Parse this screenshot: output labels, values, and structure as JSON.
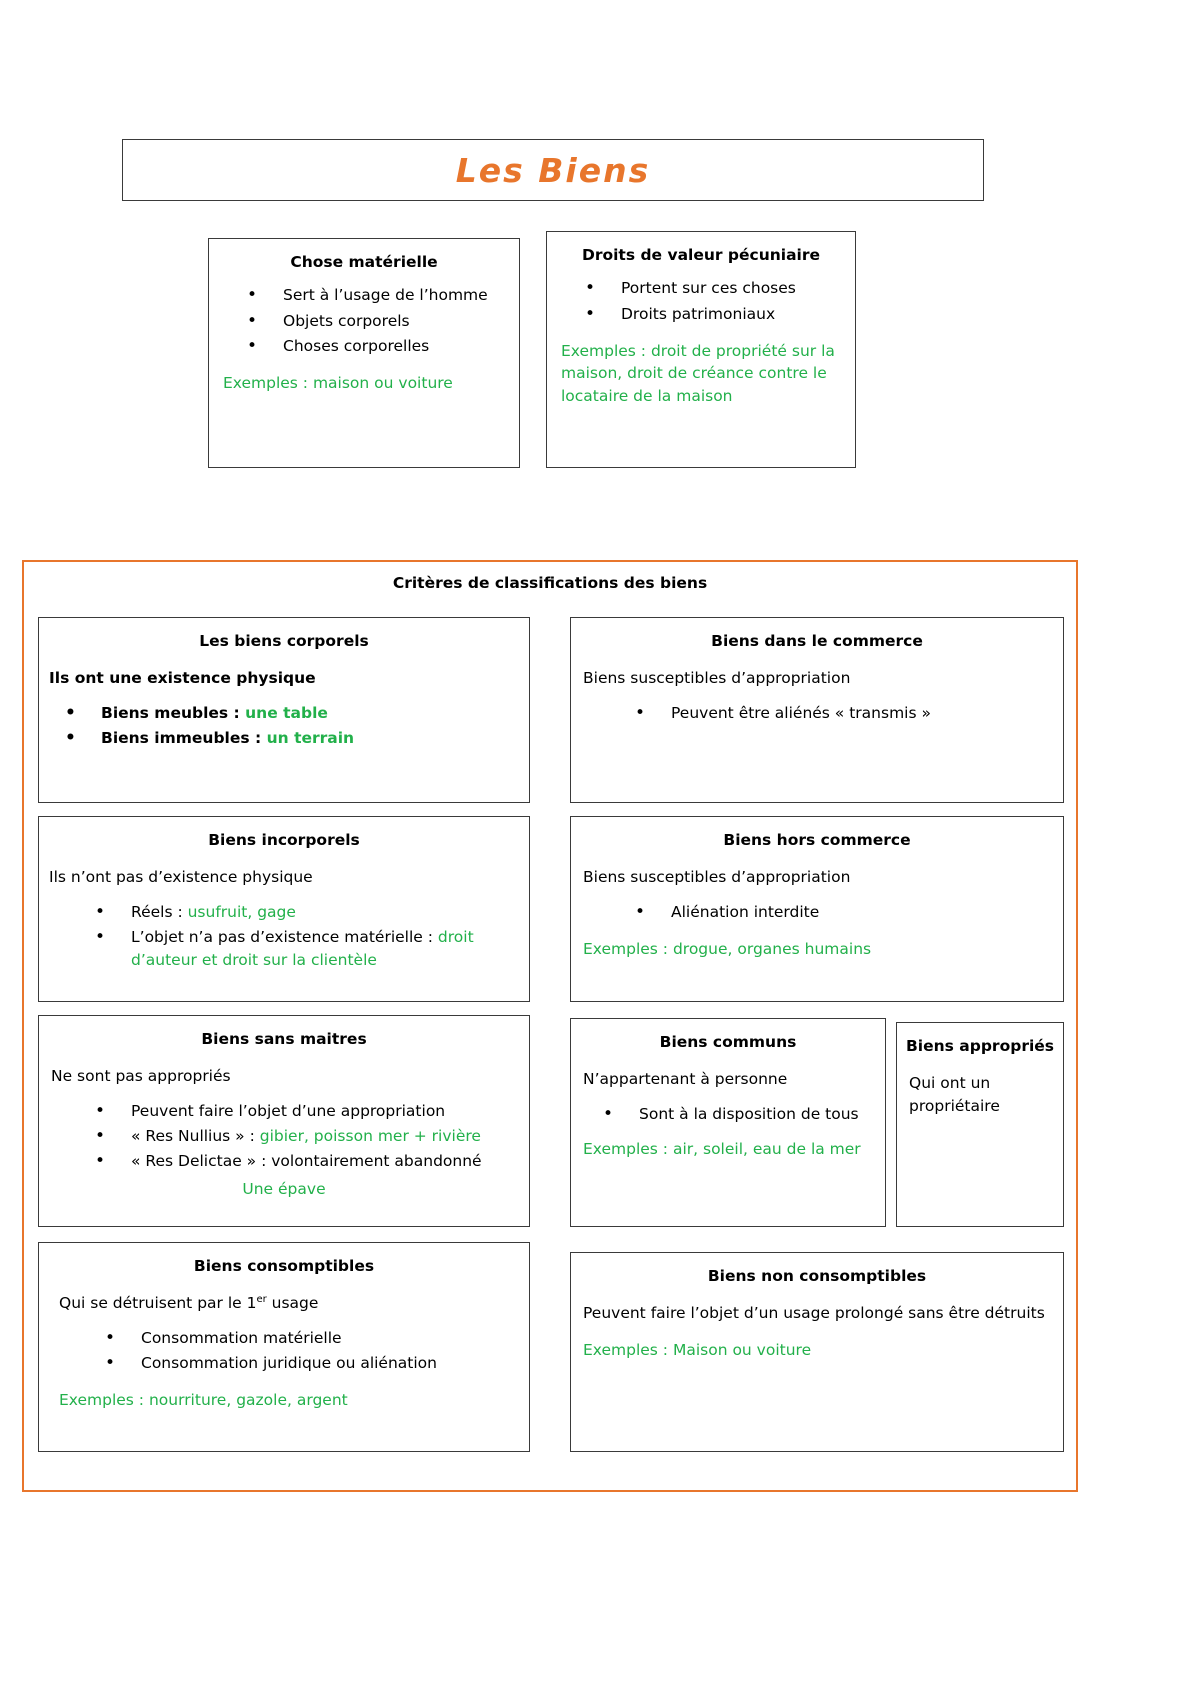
{
  "document": {
    "title": "Les Biens"
  },
  "top_boxes": [
    {
      "title": "Chose matérielle",
      "bullets": [
        "Sert à l’usage de l’homme",
        "Objets corporels",
        "Choses corporelles"
      ],
      "example": "Exemples : maison ou voiture"
    },
    {
      "title": "Droits de valeur pécuniaire",
      "bullets": [
        "Portent sur ces choses",
        "Droits patrimoniaux"
      ],
      "example": "Exemples : droit de propriété sur la maison, droit de créance contre le locataire de la maison"
    }
  ],
  "panel": {
    "title": "Critères de classifications des biens",
    "left_column": [
      {
        "title": "Les biens corporels",
        "intro": "Ils ont une existence physique",
        "bullets": [
          {
            "label": "Biens meubles : ",
            "green": "une table"
          },
          {
            "label": "Biens immeubles : ",
            "green": "un terrain"
          }
        ]
      },
      {
        "title": "Biens incorporels",
        "intro": "Ils n’ont pas d’existence physique",
        "bullets": [
          {
            "label": "Réels : ",
            "green": "usufruit, gage"
          },
          {
            "label": "L’objet n’a pas d’existence matérielle : ",
            "green": "droit d’auteur et droit sur la clientèle"
          }
        ]
      },
      {
        "title": "Biens sans maitres",
        "intro": "Ne sont pas appropriés",
        "bullets": [
          {
            "label": "Peuvent faire l’objet d’une appropriation",
            "green": ""
          },
          {
            "label": "« Res Nullius » : ",
            "green": "gibier, poisson mer + rivière"
          },
          {
            "label": "« Res Delictae » : volontairement abandonné",
            "green": ""
          }
        ],
        "center_green": "Une épave"
      },
      {
        "title": "Biens consomptibles",
        "intro_pre": "Qui se détruisent par le 1",
        "intro_sup": "er",
        "intro_post": " usage",
        "bullets": [
          {
            "label": "Consommation matérielle",
            "green": ""
          },
          {
            "label": "Consommation juridique ou aliénation",
            "green": ""
          }
        ],
        "example": "Exemples : nourriture, gazole, argent"
      }
    ],
    "right_column": [
      {
        "title": "Biens dans le commerce",
        "intro": "Biens susceptibles d’appropriation",
        "bullets": [
          {
            "label": "Peuvent être aliénés « transmis »",
            "green": ""
          }
        ]
      },
      {
        "title": "Biens hors commerce",
        "intro": "Biens susceptibles d’appropriation",
        "bullets": [
          {
            "label": "Aliénation interdite",
            "green": ""
          }
        ],
        "example": "Exemples : drogue, organes humains"
      },
      {
        "title": "Biens communs",
        "intro": "N’appartenant à personne",
        "bullets": [
          {
            "label": "Sont à la disposition de tous",
            "green": ""
          }
        ],
        "example": "Exemples : air, soleil, eau de la mer"
      },
      {
        "title": "Biens appropriés",
        "intro": "Qui ont un propriétaire"
      },
      {
        "title": "Biens non consomptibles",
        "intro": "Peuvent faire l’objet d’un usage prolongé sans être détruits",
        "example": "Exemples : Maison ou voiture"
      }
    ]
  },
  "colors": {
    "accent_orange": "#E8762C",
    "example_green": "#22B04A",
    "border_gray": "#3A3A3A"
  }
}
